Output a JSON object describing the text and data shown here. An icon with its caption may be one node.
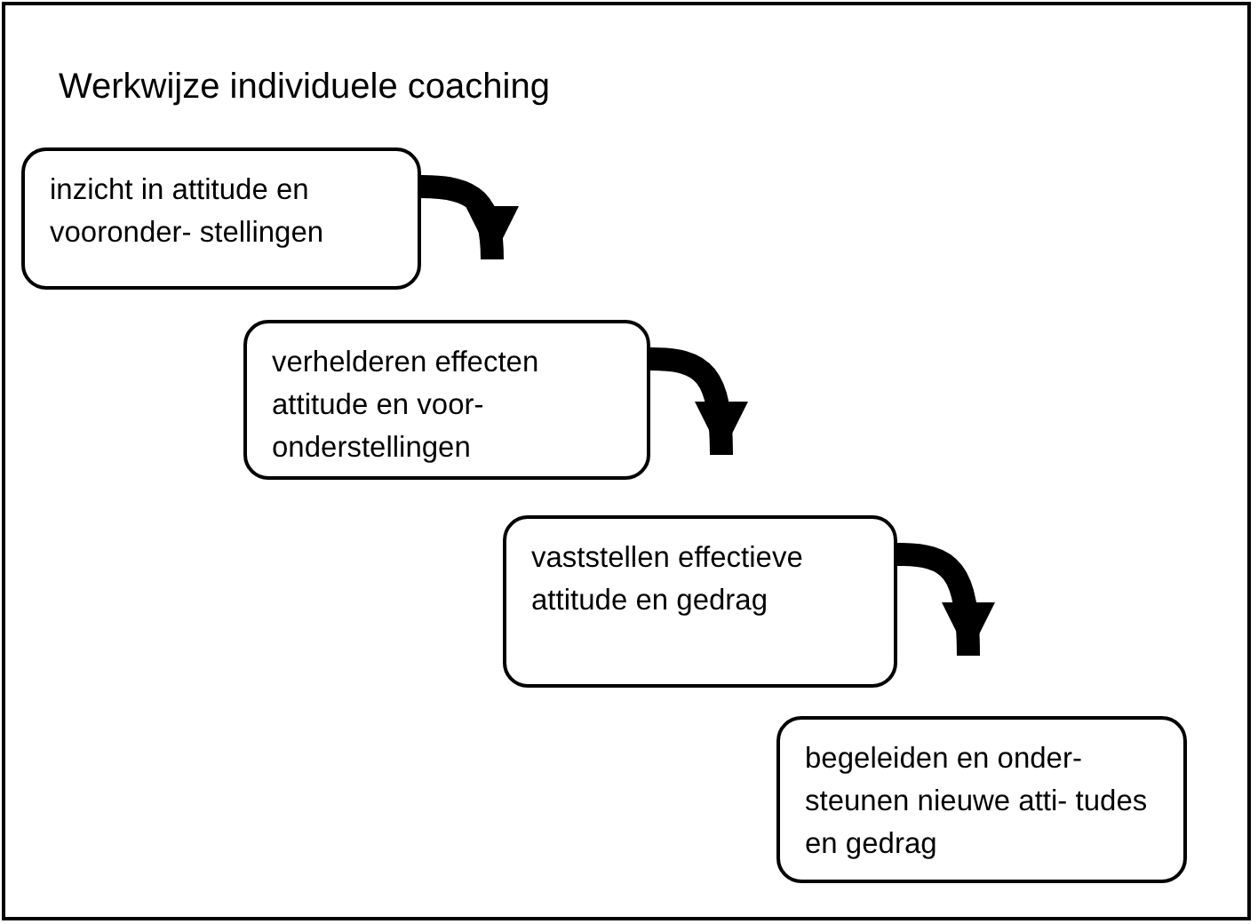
{
  "diagram": {
    "title": "Werkwijze individuele coaching",
    "nodes": [
      {
        "text": [
          "inzicht in attitude en vooronder- stellingen"
        ]
      },
      {
        "text": [
          "verhelderen effecten attitude en voor- onderstellingen"
        ]
      },
      {
        "text": [
          "vaststellen effectieve attitude en gedrag"
        ]
      },
      {
        "text": [
          "begeleiden en onder- steunen nieuwe atti- tudes en gedrag"
        ]
      }
    ],
    "edges": [
      {
        "from": 0,
        "to": 1,
        "arrow": "to"
      },
      {
        "from": 1,
        "to": 2,
        "arrow": "to"
      },
      {
        "from": 2,
        "to": 3,
        "arrow": "to"
      }
    ]
  }
}
